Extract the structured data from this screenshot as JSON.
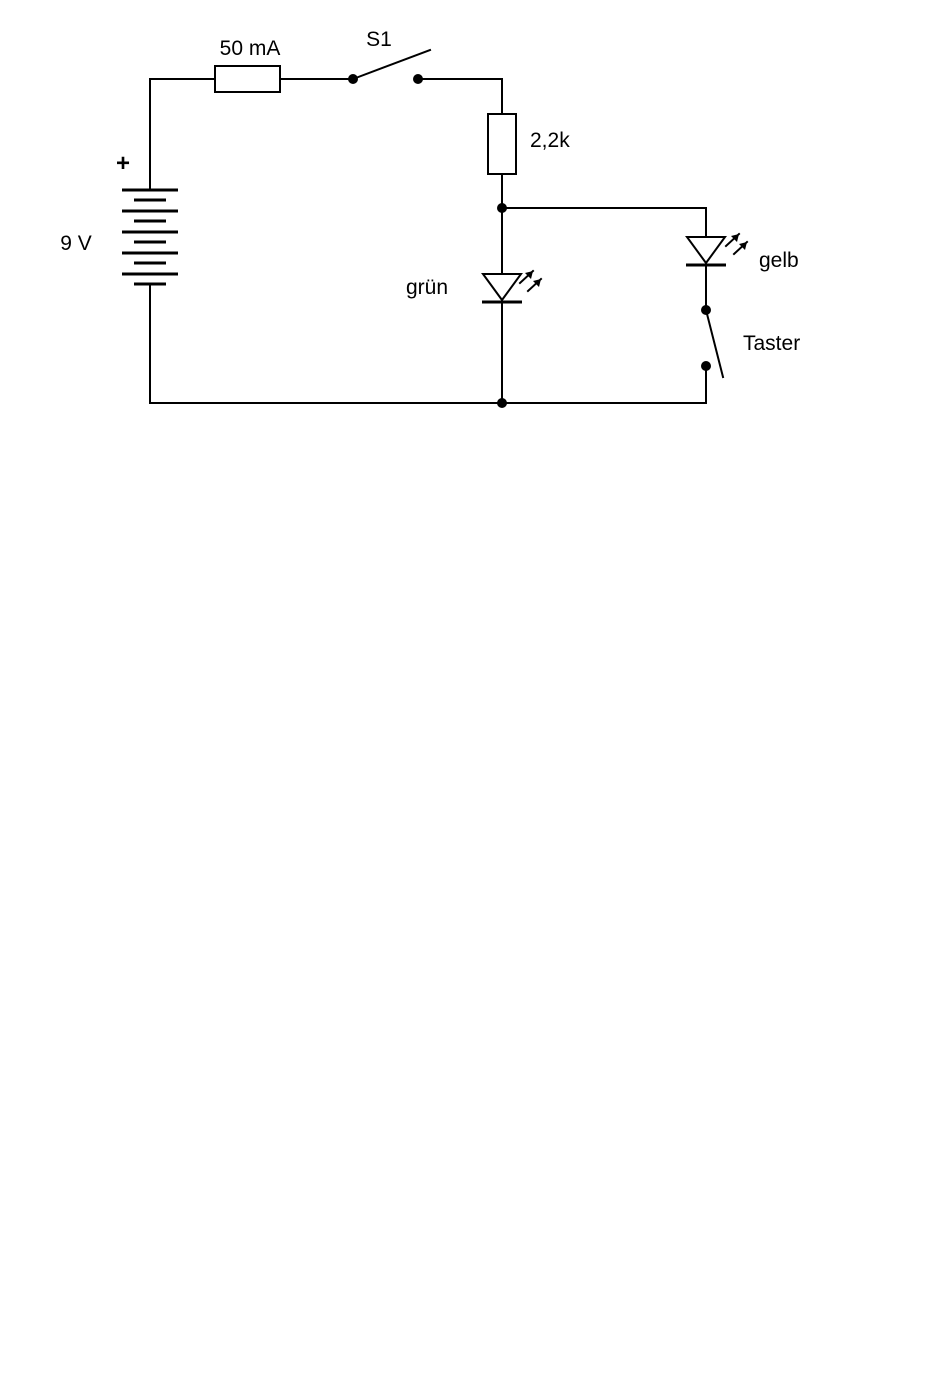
{
  "labels": {
    "fuse": "50 mA",
    "switch": "S1",
    "resistor": "2,2k",
    "battery_plus": "+",
    "battery_voltage": "9 V",
    "led_green": "grün",
    "led_yellow": "gelb",
    "pushbutton": "Taster"
  }
}
